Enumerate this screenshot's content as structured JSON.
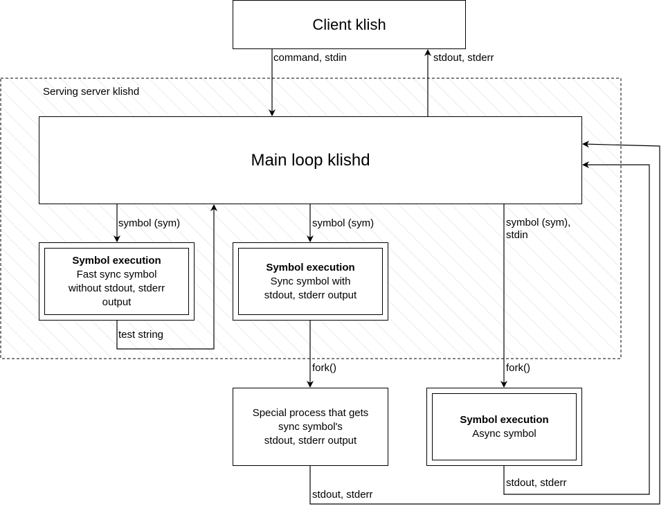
{
  "client": {
    "title": "Client klish"
  },
  "server": {
    "title": "Serving server klishd"
  },
  "main_loop": {
    "title": "Main loop klishd"
  },
  "sym_fast": {
    "title": "Symbol execution",
    "line1": "Fast sync symbol",
    "line2": "without stdout, stderr",
    "line3": "output"
  },
  "sym_sync": {
    "title": "Symbol execution",
    "line1": "Sync symbol with",
    "line2": "stdout, stderr output"
  },
  "special": {
    "line1": "Special process that gets",
    "line2": "sync symbol's",
    "line3": "stdout, stderr output"
  },
  "sym_async": {
    "title": "Symbol execution",
    "line1": "Async symbol"
  },
  "edges": {
    "command_stdin": "command, stdin",
    "stdout_stderr_top": "stdout, stderr",
    "symbol_1": "symbol (sym)",
    "symbol_2": "symbol (sym)",
    "symbol_3_line1": "symbol (sym),",
    "symbol_3_line2": "stdin",
    "test_string": "test string",
    "fork_1": "fork()",
    "fork_2": "fork()",
    "stdout_stderr_special": "stdout, stderr",
    "stdout_stderr_async": "stdout, stderr"
  }
}
